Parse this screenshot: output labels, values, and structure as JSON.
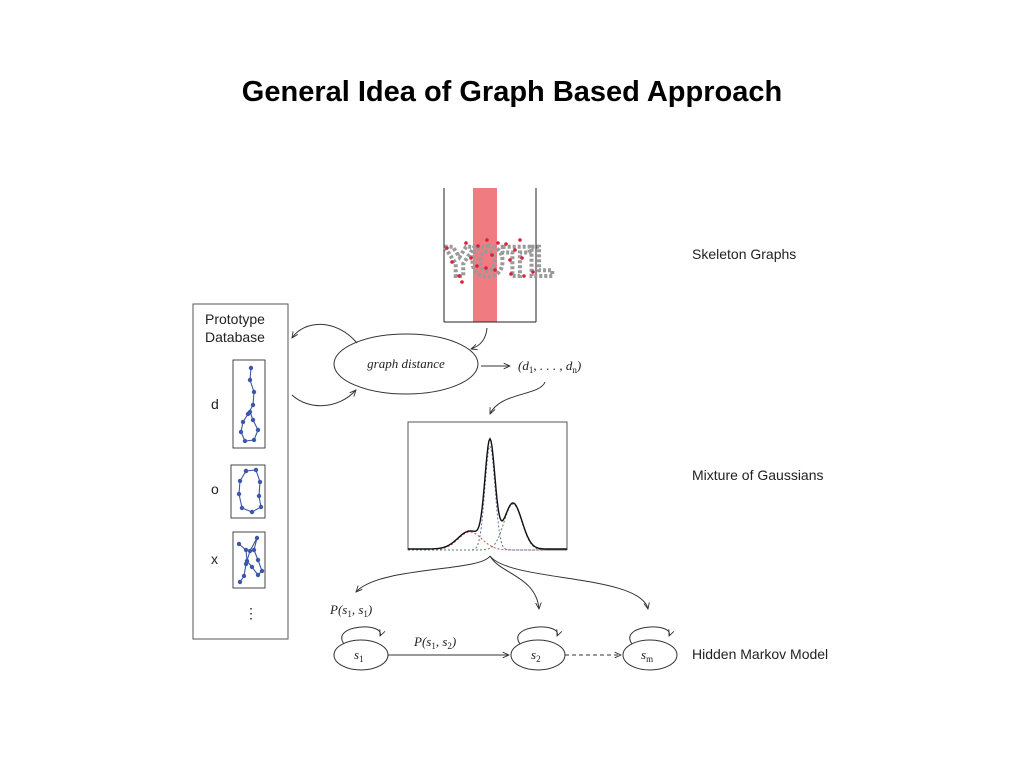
{
  "slide": {
    "title": "General Idea of Graph Based Approach"
  },
  "diagram": {
    "prototype_db": {
      "title_line1": "Prototype",
      "title_line2": "Database",
      "letters": [
        "d",
        "o",
        "x"
      ],
      "ellipsis": "⋮"
    },
    "skeleton_word": "YOTL",
    "graph_distance": "graph distance",
    "distance_vector": {
      "open": "(d",
      "sub1": "1",
      "mid": ", . . . , d",
      "subn": "n",
      "close": ")"
    },
    "states": [
      {
        "base": "s",
        "sub": "1"
      },
      {
        "base": "s",
        "sub": "2"
      },
      {
        "base": "s",
        "sub": "m"
      }
    ],
    "transition_self": {
      "text": "P(s",
      "sub1": "1",
      "sep": ", s",
      "sub2": "1",
      "close": ")"
    },
    "transition_next": {
      "text": "P(s",
      "sub1": "1",
      "sep": ", s",
      "sub2": "2",
      "close": ")"
    },
    "side_labels": {
      "skeleton": "Skeleton Graphs",
      "mixture": "Mixture of Gaussians",
      "hmm": "Hidden Markov Model"
    },
    "colors": {
      "highlight": "#f07c82",
      "node_blue": "#3c57a8",
      "skeleton_gray": "#9a9a9a",
      "skeleton_red": "#d8203a",
      "gauss_red": "#c0505a",
      "gauss_blue": "#6070a0",
      "gauss_green": "#508a60"
    }
  }
}
